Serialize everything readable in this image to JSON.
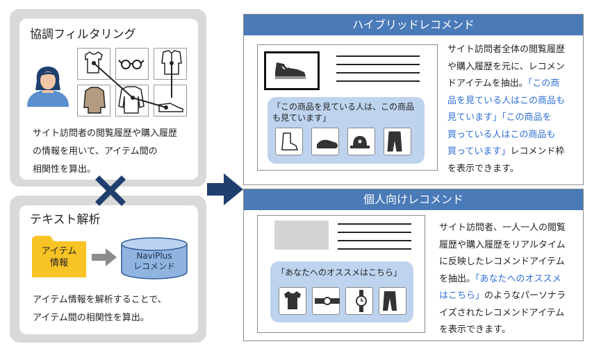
{
  "collab": {
    "title": "協調フィルタリング",
    "desc": [
      "サイト訪問者の閲覧履歴や購入履歴",
      "の情報を用いて、アイテム間の",
      "相関性を算出。"
    ]
  },
  "text_analysis": {
    "title": "テキスト解析",
    "folder_label": [
      "アイテム",
      "情報"
    ],
    "db_label": [
      "NaviPlus",
      "レコメンド"
    ],
    "desc": [
      "アイテム情報を解析することで、",
      "アイテム間の相関性を算出。"
    ]
  },
  "hybrid": {
    "header": "ハイブリッドレコメンド",
    "strip_text": [
      "「この商品を見ている人は、この商品",
      "も見ています」"
    ],
    "desc": [
      [
        {
          "t": "サイト訪問者全体の閲覧履歴"
        }
      ],
      [
        {
          "t": "や購入履歴を元に、レコメン"
        }
      ],
      [
        {
          "t": "ドアイテムを抽出。"
        },
        {
          "t": "「この商",
          "hl": true
        }
      ],
      [
        {
          "t": "品を見ている人はこの商品も",
          "hl": true
        }
      ],
      [
        {
          "t": "見ています」「この商品を",
          "hl": true
        }
      ],
      [
        {
          "t": "買っている人はこの商品も",
          "hl": true
        }
      ],
      [
        {
          "t": "買っています」",
          "hl": true
        },
        {
          "t": "レコメンド枠"
        }
      ],
      [
        {
          "t": "を表示できます。"
        }
      ]
    ]
  },
  "personal": {
    "header": "個人向けレコメンド",
    "strip_text": [
      "「あなたへのオススメはこちら」"
    ],
    "desc": [
      [
        {
          "t": "サイト訪問者、一人一人の閲覧"
        }
      ],
      [
        {
          "t": "履歴や購入履歴をリアルタイム"
        }
      ],
      [
        {
          "t": "に反映したレコメンドアイテム"
        }
      ],
      [
        {
          "t": "を抽出。"
        },
        {
          "t": "「あなたへのオススメ",
          "hl": true
        }
      ],
      [
        {
          "t": "はこちら」",
          "hl": true
        },
        {
          "t": "のようなパーソナラ"
        }
      ],
      [
        {
          "t": "イズされたレコメンドアイテム"
        }
      ],
      [
        {
          "t": "を表示できます。"
        }
      ]
    ]
  },
  "colors": {
    "accent": "#4a7ab8",
    "highlight": "#2f6fd6",
    "folder": "#f7c325",
    "db": "#8fb4e0",
    "arrow": "#1f3f6e"
  },
  "icons": [
    "person-icon",
    "shirt-icon",
    "glasses-icon",
    "coat-icon",
    "sweater-icon",
    "long-shirt-icon",
    "shoe-icon",
    "sneaker-icon",
    "boot-icon",
    "loafer-icon",
    "cap-icon",
    "jeans-icon",
    "tshirt-icon",
    "belt-icon",
    "watch-icon",
    "pants-icon",
    "cross-icon",
    "arrow-right-icon",
    "folder-icon",
    "database-icon"
  ]
}
